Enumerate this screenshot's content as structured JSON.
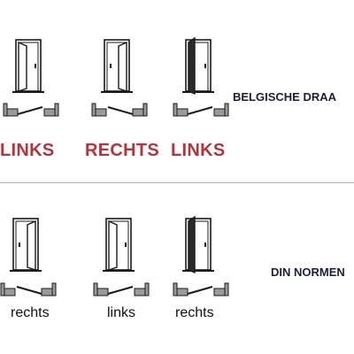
{
  "colors": {
    "red_label": "#b5343c",
    "black_label": "#111111",
    "navy_title": "#1c1f3a",
    "divider": "#b0b0b0",
    "line": "#1a1a1a",
    "wall_fill": "#9a9a9a"
  },
  "sections": {
    "belgian": {
      "title": "BELGISCHE DRAA",
      "labels": [
        "LINKS",
        "RECHTS",
        "LINKS"
      ],
      "doors": [
        {
          "label_index": 0,
          "hinge": "left",
          "view": "exterior"
        },
        {
          "label_index": 1,
          "hinge": "right",
          "view": "exterior"
        },
        {
          "label_index": 2,
          "hinge": "left",
          "view": "interior"
        }
      ]
    },
    "din": {
      "title": "DIN NORMEN",
      "labels": [
        "rechts",
        "links",
        "rechts"
      ],
      "doors": [
        {
          "label_index": 0,
          "hinge": "right",
          "view": "exterior"
        },
        {
          "label_index": 1,
          "hinge": "left",
          "view": "exterior"
        },
        {
          "label_index": 2,
          "hinge": "left",
          "view": "interior"
        }
      ]
    }
  }
}
